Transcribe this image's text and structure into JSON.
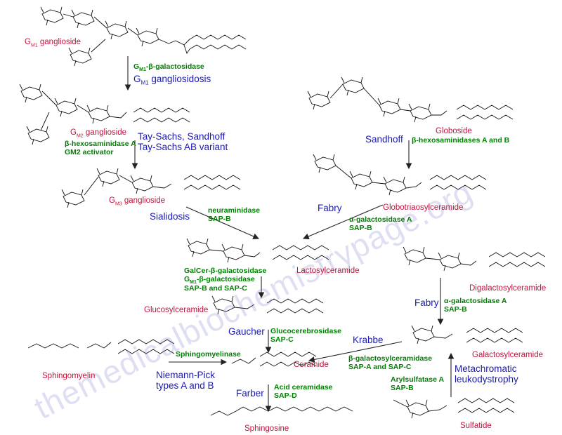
{
  "compounds": {
    "gm1": {
      "main": "G",
      "sub": "M1",
      "rest": " ganglioside"
    },
    "gm2": {
      "main": "G",
      "sub": "M2",
      "rest": " ganglioside"
    },
    "gm3": {
      "main": "G",
      "sub": "M3",
      "rest": " ganglioside"
    },
    "globoside": "Globoside",
    "globotriaosylceramide": "Globotriaosylceramide",
    "lactosylceramide": "Lactosylceramide",
    "digalactosylceramide": "Digalactosylceramide",
    "glucosylceramide": "Glucosylceramide",
    "galactosylceramide": "Galactosylceramide",
    "sphingomyelin": "Sphingomyelin",
    "ceramide": "Ceramide",
    "sulfatide": "Sulfatide",
    "sphingosine": "Sphingosine"
  },
  "enzymes": {
    "gm1_bgal": {
      "main": "G",
      "sub": "M1",
      "rest": "-β-galactosidase"
    },
    "hexa": [
      "β-hexosaminidase A",
      "GM2 activator"
    ],
    "hexab": "β-hexosaminidases A and B",
    "neur": [
      "neuraminidase",
      "SAP-B"
    ],
    "agal1": [
      "α-galactosidase A",
      "SAP-B"
    ],
    "agal2": [
      "α-galactosidase A",
      "SAP-B"
    ],
    "lacto": {
      "line1": "GalCer-β-galactosidase",
      "line2_main": "G",
      "line2_sub": "M1",
      "line2_rest": "-β-galactosidase",
      "line3": "SAP-B and SAP-C"
    },
    "gluco": [
      "Glucocerebrosidase",
      "SAP-C"
    ],
    "smase": "Sphingomyelinase",
    "galc": [
      "β-galactosylceramidase",
      "SAP-A and SAP-C"
    ],
    "arsa": [
      "Arylsulfatase A",
      "SAP-B"
    ],
    "acid": [
      "Acid ceramidase",
      "SAP-D"
    ]
  },
  "diseases": {
    "gm1": {
      "main": "G",
      "sub": "M1",
      "rest": " gangliosidosis"
    },
    "taysachs": [
      "Tay-Sachs, Sandhoff",
      "Tay-Sachs AB variant"
    ],
    "sandhoff": "Sandhoff",
    "sialidosis": "Sialidosis",
    "fabry1": "Fabry",
    "fabry2": "Fabry",
    "gaucher": "Gaucher",
    "krabbe": "Krabbe",
    "niemann": [
      "Niemann-Pick",
      "types A and B"
    ],
    "farber": "Farber",
    "mld": [
      "Metachromatic",
      "leukodystrophy"
    ]
  },
  "watermark": "themedicalbiochemistrypage.org",
  "colors": {
    "compound": "#c0143c",
    "enzyme": "#008000",
    "disease": "#1a1ab0"
  }
}
